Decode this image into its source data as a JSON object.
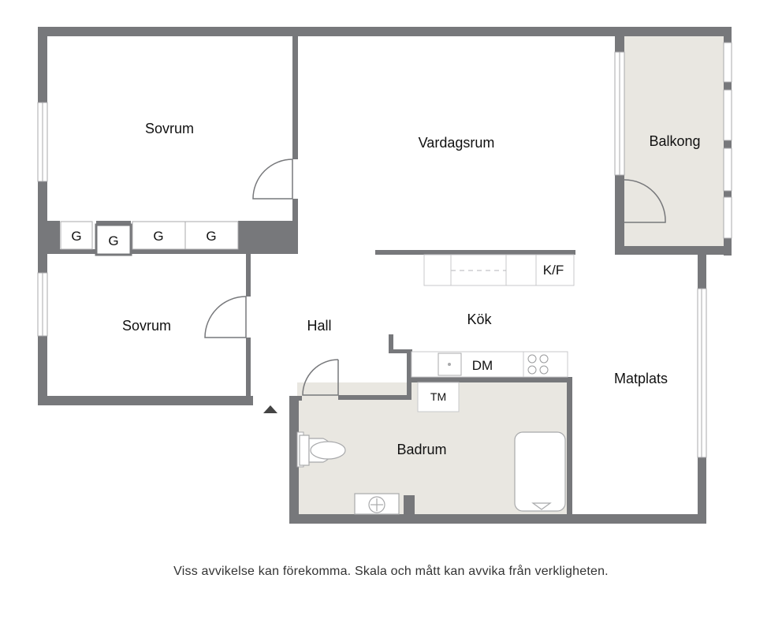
{
  "rooms": {
    "sovrum_top": "Sovrum",
    "vardagsrum": "Vardagsrum",
    "balkong": "Balkong",
    "sovrum_bottom": "Sovrum",
    "hall": "Hall",
    "kok": "Kök",
    "matplats": "Matplats",
    "badrum": "Badrum"
  },
  "closets": [
    "G",
    "G",
    "G",
    "G"
  ],
  "appliances": {
    "fridge_freezer": "K/F",
    "dishwasher": "DM",
    "dryer": "TM"
  },
  "colors": {
    "wall": "#77787b",
    "wet_room_floor": "#e9e7e1",
    "line": "#a8a9ab"
  },
  "disclaimer": "Viss avvikelse kan förekomma. Skala och mått kan avvika från verkligheten."
}
